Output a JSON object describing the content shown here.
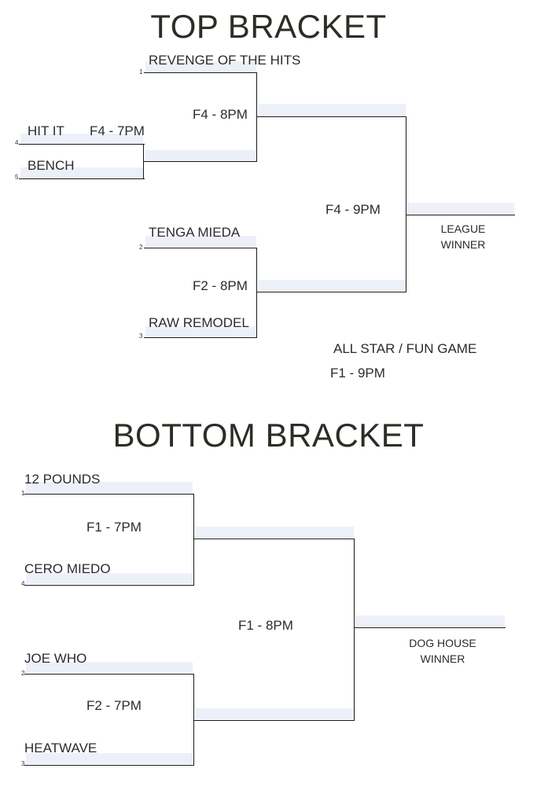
{
  "top": {
    "title": "TOP BRACKET",
    "teams": {
      "revenge": {
        "seed": "1",
        "name": "REVENGE OF THE HITS"
      },
      "hitit": {
        "seed": "4",
        "name": "HIT IT"
      },
      "bench": {
        "seed": "5",
        "name": "BENCH"
      },
      "tenga": {
        "seed": "2",
        "name": "TENGA MIEDA"
      },
      "raw": {
        "seed": "3",
        "name": "RAW REMODEL"
      }
    },
    "games": {
      "g1": "F4 - 7PM",
      "g2": "F4 - 8PM",
      "g3": "F2 - 8PM",
      "final": "F4 - 9PM"
    },
    "winner": {
      "line1": "LEAGUE",
      "line2": "WINNER"
    },
    "allstar": {
      "title": "ALL STAR / FUN GAME",
      "time": "F1 - 9PM"
    }
  },
  "bottom": {
    "title": "BOTTOM BRACKET",
    "teams": {
      "pounds": {
        "seed": "1",
        "name": "12 POUNDS"
      },
      "cero": {
        "seed": "4",
        "name": "CERO MIEDO"
      },
      "joe": {
        "seed": "2",
        "name": "JOE WHO"
      },
      "heat": {
        "seed": "3",
        "name": "HEATWAVE"
      }
    },
    "games": {
      "g1": "F1 - 7PM",
      "g2": "F2 - 7PM",
      "final": "F1 - 8PM"
    },
    "winner": {
      "line1": "DOG HOUSE",
      "line2": "WINNER"
    }
  }
}
